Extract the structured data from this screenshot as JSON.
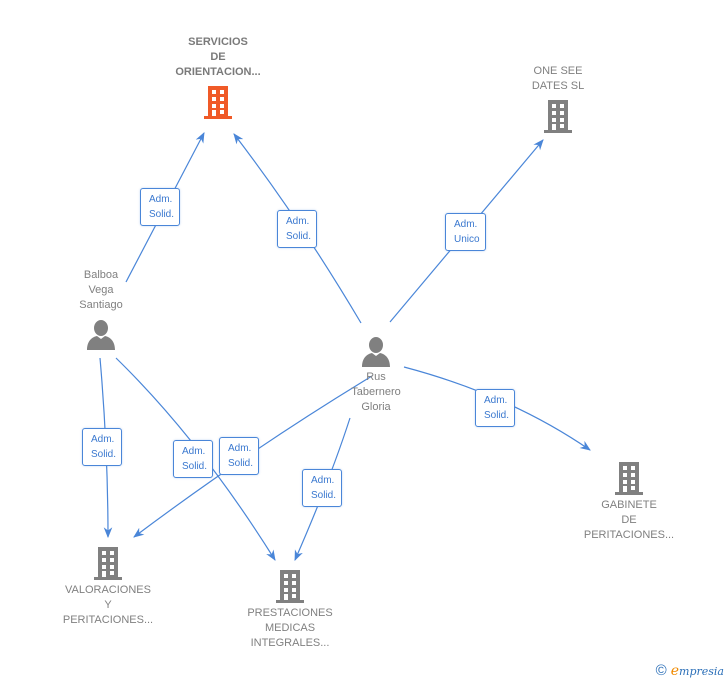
{
  "colors": {
    "edge": "#4a86d8",
    "main_company": "#f05a28",
    "company": "#808080",
    "person": "#808080"
  },
  "nodes": {
    "servicios": {
      "label": "SERVICIOS\nDE\nORIENTACION...",
      "type": "company",
      "icon": "building-icon",
      "highlight": true
    },
    "onesee": {
      "label": "ONE SEE\nDATES  SL",
      "type": "company",
      "icon": "building-icon"
    },
    "balboa": {
      "label": "Balboa\nVega\nSantiago",
      "type": "person",
      "icon": "person-icon"
    },
    "rus": {
      "label": "Rus\nTabernero\nGloria",
      "type": "person",
      "icon": "person-icon"
    },
    "gabinete": {
      "label": "GABINETE\nDE\nPERITACIONES...",
      "type": "company",
      "icon": "building-icon"
    },
    "valoraciones": {
      "label": "VALORACIONES\nY\nPERITACIONES...",
      "type": "company",
      "icon": "building-icon"
    },
    "prestaciones": {
      "label": "PRESTACIONES\nMEDICAS\nINTEGRALES...",
      "type": "company",
      "icon": "building-icon"
    }
  },
  "edges": [
    {
      "from": "balboa",
      "to": "servicios",
      "role": "Adm.\nSolid."
    },
    {
      "from": "rus",
      "to": "servicios",
      "role": "Adm.\nSolid."
    },
    {
      "from": "rus",
      "to": "onesee",
      "role": "Adm.\nUnico"
    },
    {
      "from": "balboa",
      "to": "valoraciones",
      "role": "Adm.\nSolid."
    },
    {
      "from": "balboa",
      "to": "prestaciones",
      "role": "Adm.\nSolid."
    },
    {
      "from": "rus",
      "to": "valoraciones",
      "role": "Adm.\nSolid."
    },
    {
      "from": "rus",
      "to": "prestaciones",
      "role": "Adm.\nSolid."
    },
    {
      "from": "rus",
      "to": "gabinete",
      "role": "Adm.\nSolid."
    }
  ],
  "footer": {
    "copyright": "©",
    "brand_initial": "e",
    "brand_rest": "mpresia"
  }
}
